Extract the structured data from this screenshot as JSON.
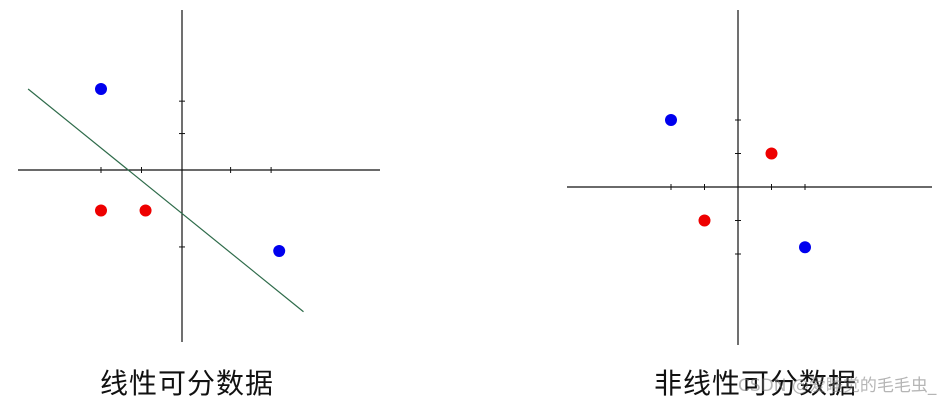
{
  "colors": {
    "class_a": "#0000ee",
    "class_b": "#ee0000",
    "axis": "#111111",
    "separator": "#2e6b4a"
  },
  "panels": [
    {
      "caption": "线性可分数据",
      "points": [
        {
          "x": -1.0,
          "y": 1.0,
          "class": "a"
        },
        {
          "x": 1.2,
          "y": -1.0,
          "class": "a"
        },
        {
          "x": -1.0,
          "y": -0.5,
          "class": "b"
        },
        {
          "x": -0.45,
          "y": -0.5,
          "class": "b"
        }
      ],
      "separator": {
        "from": [
          -1.9,
          1.0
        ],
        "to": [
          1.5,
          -1.75
        ]
      }
    },
    {
      "caption": "非线性可分数据",
      "points": [
        {
          "x": -1.0,
          "y": 1.0,
          "class": "a"
        },
        {
          "x": 1.0,
          "y": -0.9,
          "class": "a"
        },
        {
          "x": -0.5,
          "y": -0.5,
          "class": "b"
        },
        {
          "x": 0.5,
          "y": 0.5,
          "class": "b"
        }
      ]
    }
  ],
  "watermark": "CSDN @爱睡觉的毛毛虫_"
}
